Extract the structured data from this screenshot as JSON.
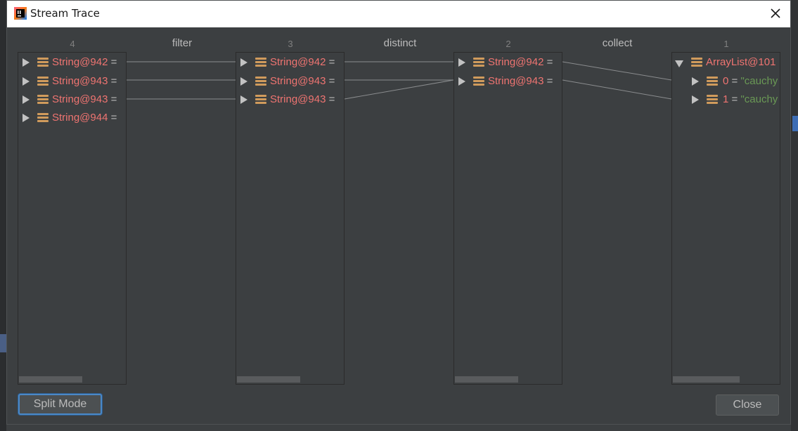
{
  "window": {
    "title": "Stream Trace",
    "app_icon": "intellij-idea-icon",
    "close_icon": "close-icon"
  },
  "columns": [
    {
      "number": "4",
      "rows": [
        {
          "ref": "String@942",
          "eq": "="
        },
        {
          "ref": "String@943",
          "eq": "="
        },
        {
          "ref": "String@943",
          "eq": "="
        },
        {
          "ref": "String@944",
          "eq": "="
        }
      ]
    },
    {
      "number": "3",
      "rows": [
        {
          "ref": "String@942",
          "eq": "="
        },
        {
          "ref": "String@943",
          "eq": "="
        },
        {
          "ref": "String@943",
          "eq": "="
        }
      ]
    },
    {
      "number": "2",
      "rows": [
        {
          "ref": "String@942",
          "eq": "="
        },
        {
          "ref": "String@943",
          "eq": "="
        }
      ]
    },
    {
      "number": "1",
      "root": {
        "ref": "ArrayList@101"
      },
      "children": [
        {
          "index": "0",
          "eq": "=",
          "value": "\"cauchy"
        },
        {
          "index": "1",
          "eq": "=",
          "value": "\"cauchy"
        }
      ]
    }
  ],
  "operations": [
    "filter",
    "distinct",
    "collect"
  ],
  "buttons": {
    "split_mode": "Split Mode",
    "close": "Close"
  },
  "colors": {
    "background": "#3c3f41",
    "reference_text": "#ef7471",
    "string_value": "#6a9955",
    "object_icon": "#d09b5c",
    "focus_ring": "#4a88c7"
  }
}
